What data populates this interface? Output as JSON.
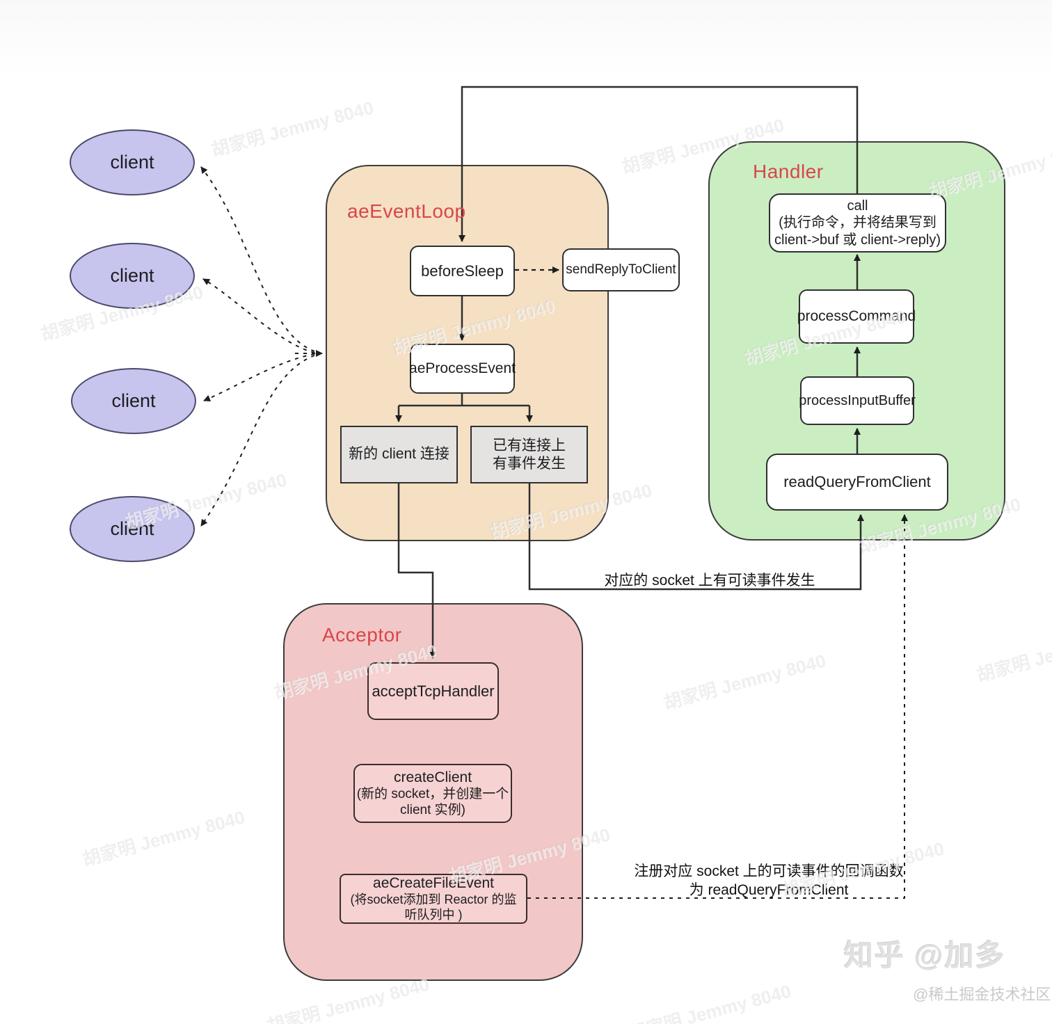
{
  "clients": {
    "label": "client"
  },
  "event_loop": {
    "title": "aeEventLoop",
    "before_sleep": "beforeSleep",
    "ae_process_event": "aeProcessEvent",
    "new_client_box": "新的 client 连接",
    "existing_conn_line1": "已有连接上",
    "existing_conn_line2": "有事件发生"
  },
  "send_reply": "sendReplyToClient",
  "handler": {
    "title": "Handler",
    "call_line1": "call",
    "call_line2": "(执行命令，并将结果写到",
    "call_line3": "client->buf 或 client->reply)",
    "process_command": "processCommand",
    "process_input_buffer": "processInputBuffer",
    "read_query": "readQueryFromClient"
  },
  "acceptor": {
    "title": "Acceptor",
    "accept_tcp": "acceptTcpHandler",
    "create_client_line1": "createClient",
    "create_client_line2": "(新的 socket，并创建一个",
    "create_client_line3": "client 实例)",
    "create_file_event_line1": "aeCreateFileEvent",
    "create_file_event_line2": "(将socket添加到 Reactor 的监",
    "create_file_event_line3": "听队列中 )"
  },
  "annotations": {
    "readable_event": "对应的 socket 上有可读事件发生",
    "register_line1": "注册对应 socket 上的可读事件的回调函数",
    "register_line2": "为 readQueryFromClient"
  },
  "watermarks": {
    "zhihu": "知乎 @加多",
    "juejin": "@稀土掘金技术社区",
    "diagonal": "胡家明 Jemmy 8040"
  },
  "colors": {
    "title_red": "#d9464a",
    "event_loop_fill": "#f5e0c3",
    "handler_fill": "#cbedc2",
    "acceptor_fill": "#f2c7c7",
    "acceptor_node_fill": "#f6d2d2",
    "client_fill": "#c7c4ee",
    "gray_node_fill": "#e4e3e2",
    "line_color": "#2e2e2e"
  }
}
